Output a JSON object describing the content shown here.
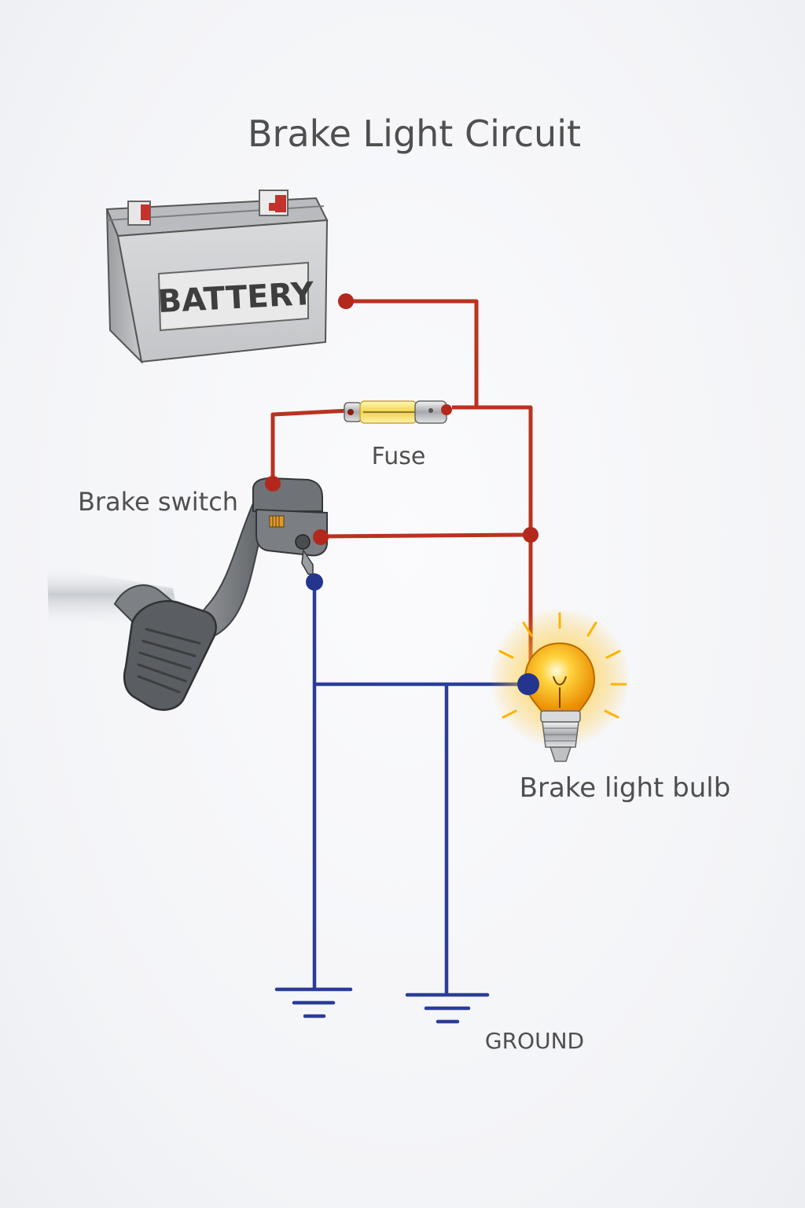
{
  "title": "Brake Light Circuit",
  "battery_label": "BATTERY",
  "labels": {
    "fuse": "Fuse",
    "brake_switch": "Brake switch",
    "brake_light_bulb": "Brake light bulb",
    "ground": "GROUND"
  },
  "colors": {
    "positive_wire": "#b8331f",
    "ground_wire": "#2b3d99",
    "junction_red": "#b3281c",
    "junction_blue": "#24358f",
    "bulb_glow": "#ffb300"
  },
  "components": [
    "battery",
    "fuse",
    "brake switch",
    "brake pedal",
    "brake light bulb",
    "ground symbols"
  ]
}
